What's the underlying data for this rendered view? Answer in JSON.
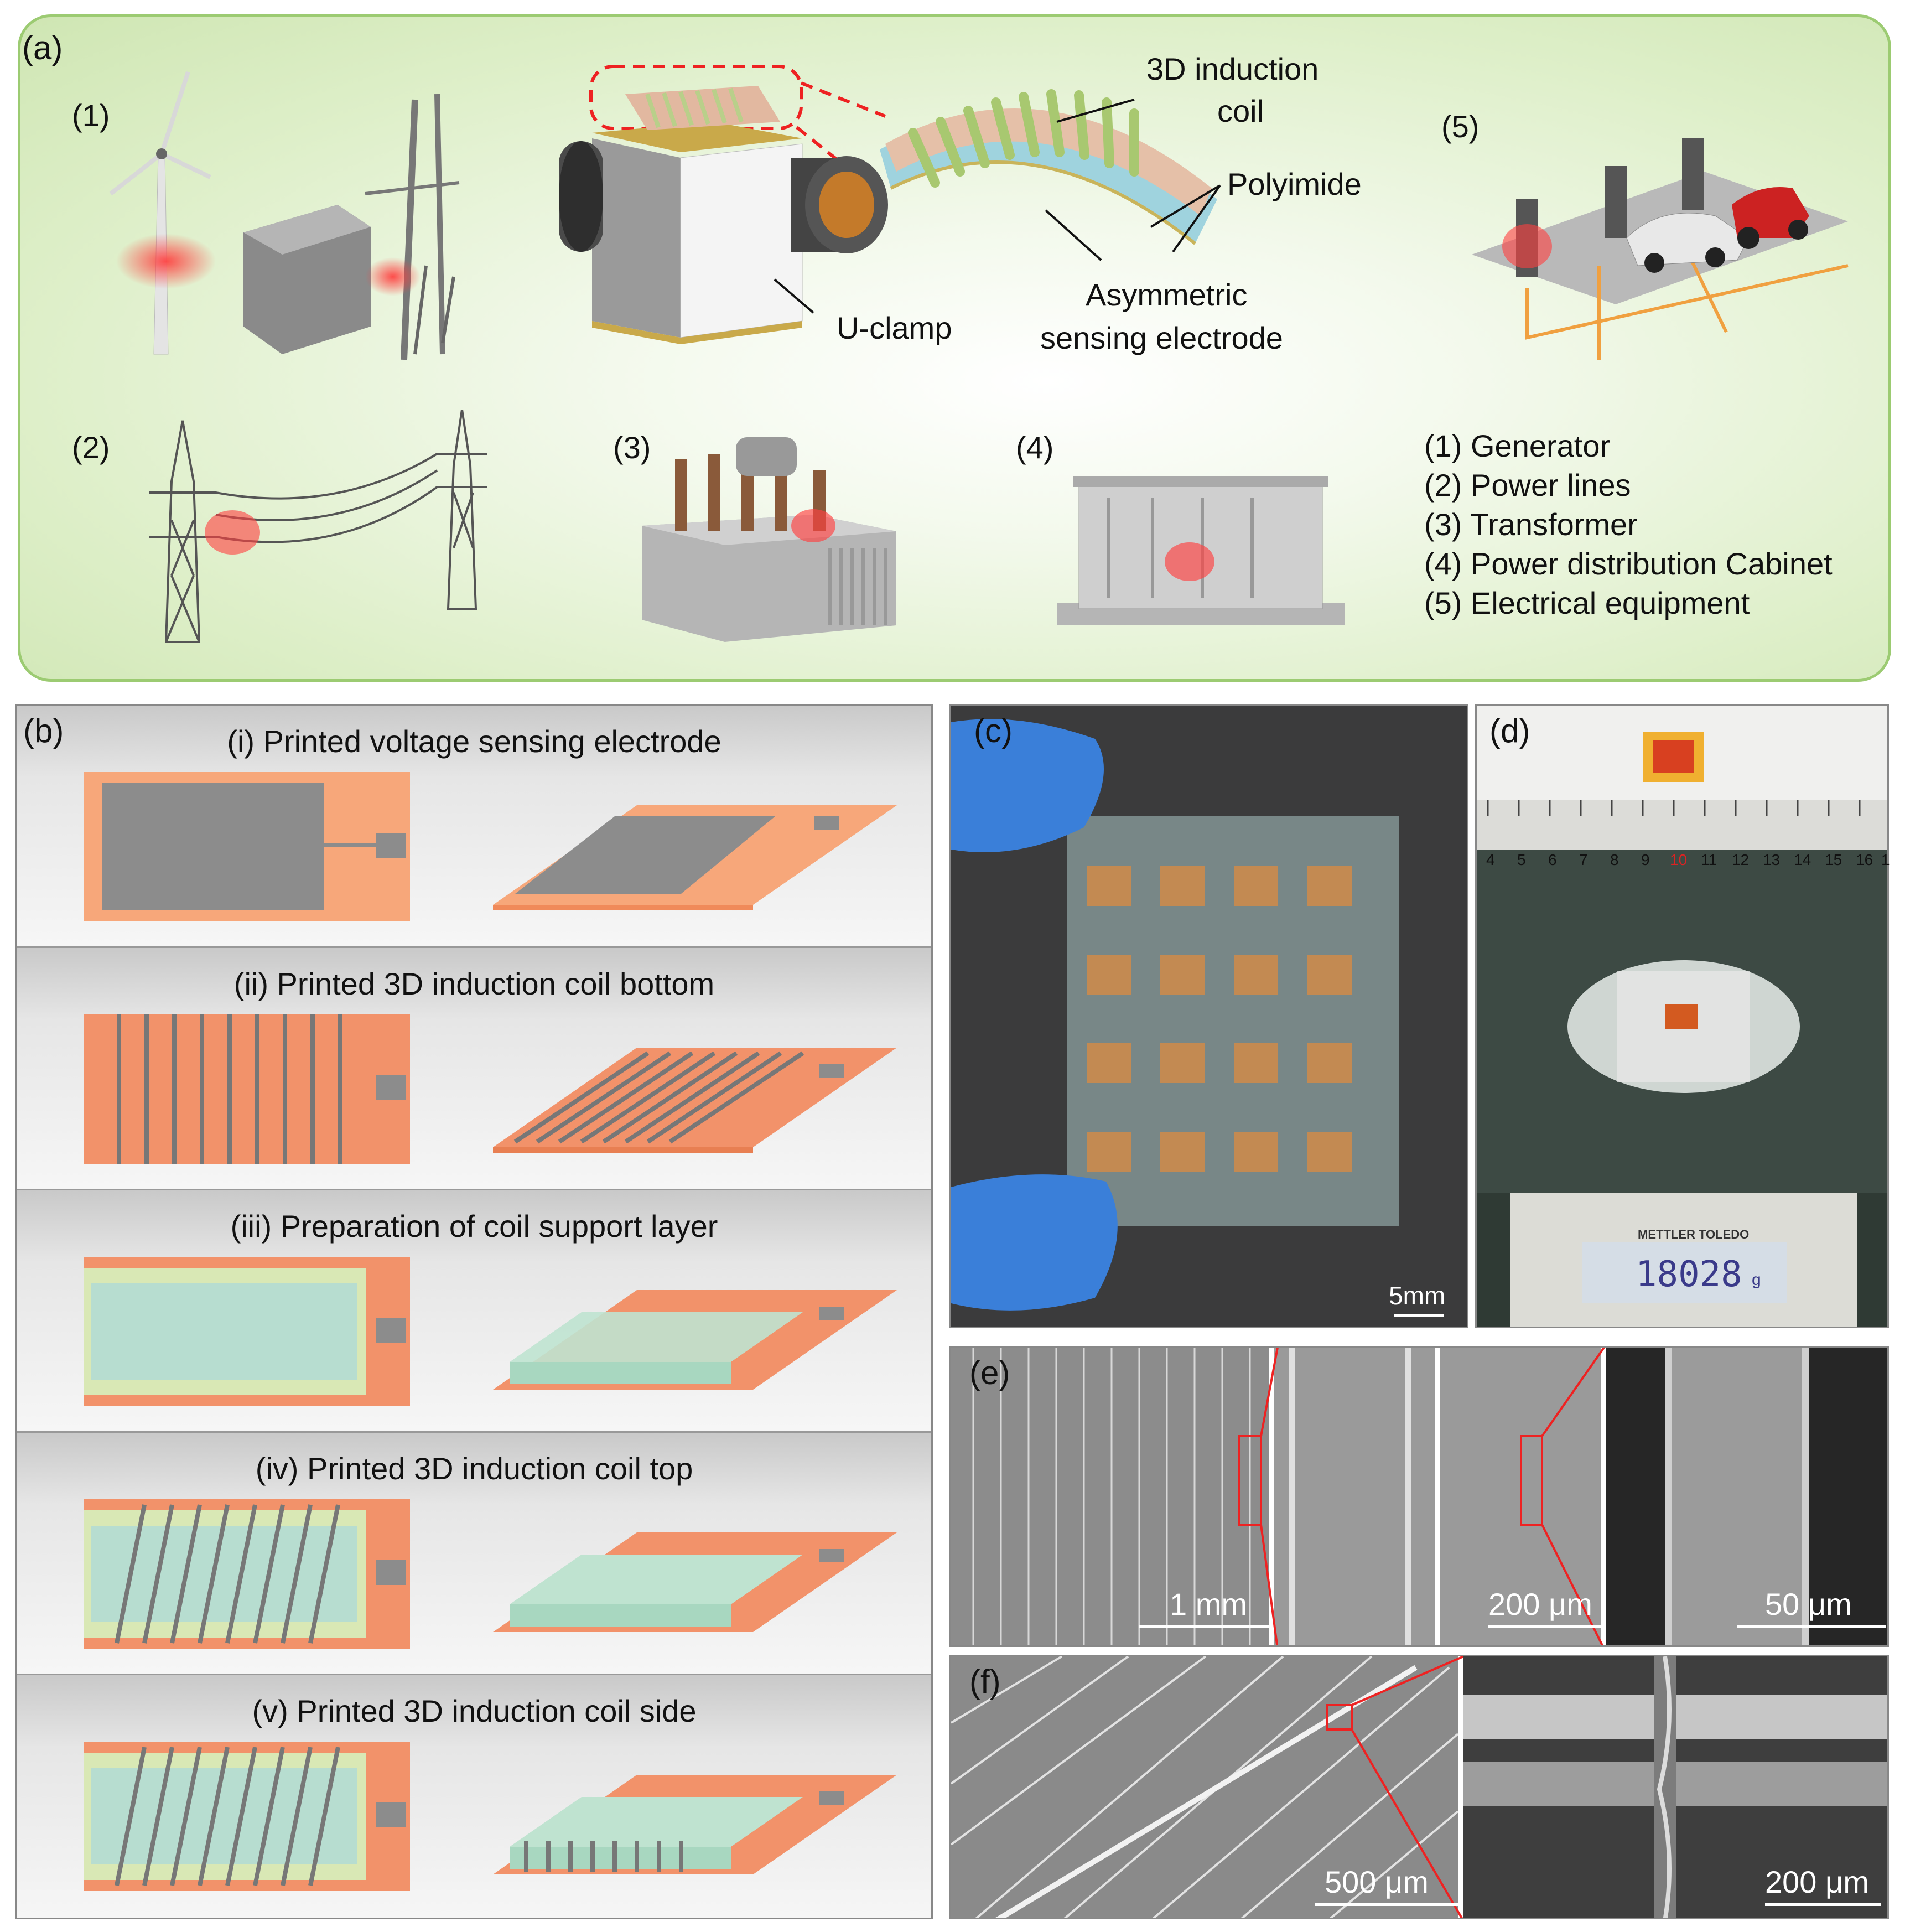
{
  "panel_a": {
    "tag": "(a)",
    "sub_labels": [
      "(1)",
      "(2)",
      "(3)",
      "(4)",
      "(5)"
    ],
    "callouts": {
      "coil_line1": "3D induction",
      "coil_line2": "coil",
      "polyimide": "Polyimide",
      "electrode_line1": "Asymmetric",
      "electrode_line2": "sensing electrode",
      "uclamp": "U-clamp"
    },
    "legend": [
      "(1) Generator",
      "(2) Power lines",
      "(3) Transformer",
      "(4) Power distribution Cabinet",
      "(5) Electrical equipment"
    ]
  },
  "panel_b": {
    "tag": "(b)",
    "steps": [
      "(i) Printed voltage sensing electrode",
      "(ii) Printed 3D induction coil bottom",
      "(iii) Preparation of coil support layer",
      "(iv) Printed 3D induction coil top",
      "(v) Printed 3D induction coil side"
    ]
  },
  "panel_c": {
    "tag": "(c)",
    "scale": "5mm"
  },
  "panel_d": {
    "tag": "(d)",
    "ruler_ticks": [
      "4",
      "5",
      "6",
      "7",
      "8",
      "9",
      "10",
      "11",
      "12",
      "13",
      "14",
      "15",
      "16",
      "1"
    ],
    "brand": "METTLER TOLEDO",
    "reading": "18028",
    "unit": "g"
  },
  "panel_e": {
    "tag": "(e)",
    "scales": [
      "1 mm",
      "200 μm",
      "50 μm"
    ]
  },
  "panel_f": {
    "tag": "(f)",
    "scales": [
      "500 μm",
      "200 μm"
    ]
  },
  "colors": {
    "panel_a_border": "#9ccb72",
    "substrate_orange": "#f7a77a",
    "electrode_gray": "#8c8c8c",
    "support_green": "#bfe3d0",
    "highlight_red": "#ff3b3b"
  }
}
